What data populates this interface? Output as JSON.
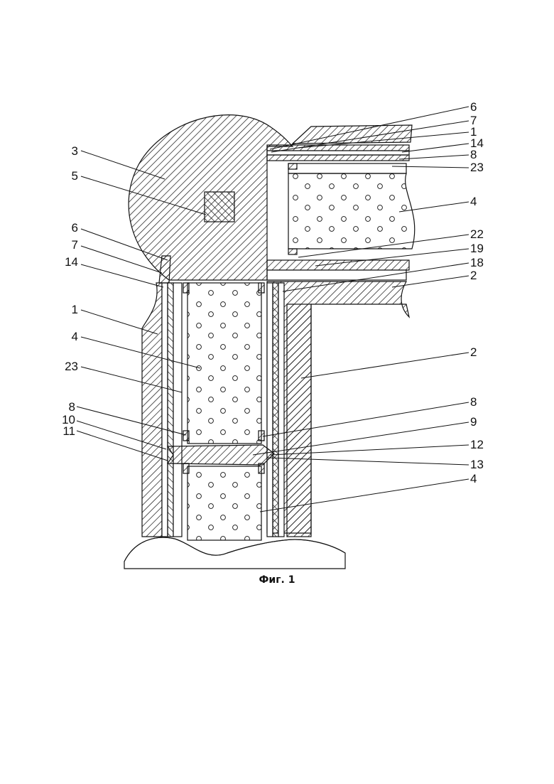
{
  "caption": "Фиг. 1",
  "labels": {
    "l3": "3",
    "l5": "5",
    "l6": "6",
    "l7": "7",
    "l14": "14",
    "l1": "1",
    "l4": "4",
    "l23": "23",
    "l8": "8",
    "l10": "10",
    "l11": "11",
    "r6": "6",
    "r7": "7",
    "r1": "1",
    "r14": "14",
    "r8": "8",
    "r23": "23",
    "r4a": "4",
    "r22": "22",
    "r19": "19",
    "r18": "18",
    "r2a": "2",
    "r2b": "2",
    "r8b": "8",
    "r9": "9",
    "r12": "12",
    "r13": "13",
    "r4b": "4"
  },
  "colors": {
    "ink": "#111111",
    "paper": "#ffffff"
  }
}
